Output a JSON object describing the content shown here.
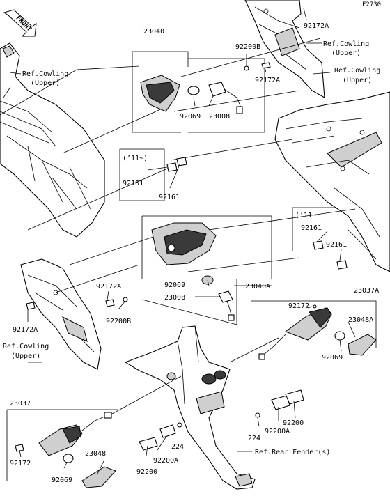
{
  "figure_id": "F2730",
  "front_label": "FRONT",
  "labels": {
    "l23040": "23040",
    "l92200B_top": "92200B",
    "l92172A_top_r": "92172A",
    "l92172A_mid": "92172A",
    "l92069_top": "92069",
    "l23008_top": "23008",
    "l11_top": "(’11~)",
    "l92161_a": "92161",
    "l92161_b": "92161",
    "l11_mid": "(’11~",
    "l92161_c": "92161",
    "l92161_d": "92161",
    "l92172A_left": "92172A",
    "l92200B_left": "92200B",
    "l92069_mid": "92069",
    "l23008_mid": "23008",
    "l23040A": "23040A",
    "l92172A_bl": "92172A",
    "l23037A": "23037A",
    "l92172_r": "92172",
    "l23048A": "23048A",
    "l92069_r": "92069",
    "l23037": "23037",
    "l92172_bl": "92172",
    "l23048": "23048",
    "l92069_bl": "92069",
    "l224_a": "224",
    "l92200A_a": "92200A",
    "l92200_a": "92200",
    "l224_b": "224",
    "l92200A_b": "92200A",
    "l92200_b": "92200"
  },
  "refs": {
    "cowl_top_1": "Ref.Cowling",
    "cowl_top_2": "(Upper)",
    "cowl_left_1": "Ref.Cowling",
    "cowl_left_2": "(Upper)",
    "cowl_right_1": "Ref.Cowling",
    "cowl_right_2": "(Upper)",
    "cowl_bl_1": "Ref.Cowling",
    "cowl_bl_2": "(Upper)",
    "fender": "Ref.Rear Fender(s)"
  }
}
